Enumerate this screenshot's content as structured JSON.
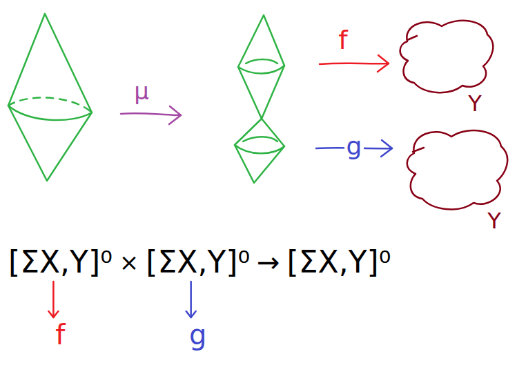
{
  "diagram": {
    "labels": [
      "μ",
      "f",
      "g",
      "Y",
      "Y",
      "[ΣX,Y]⁰",
      "×",
      "[ΣX,Y]⁰",
      "→",
      "[ΣX,Y]⁰",
      "f",
      "g"
    ]
  }
}
